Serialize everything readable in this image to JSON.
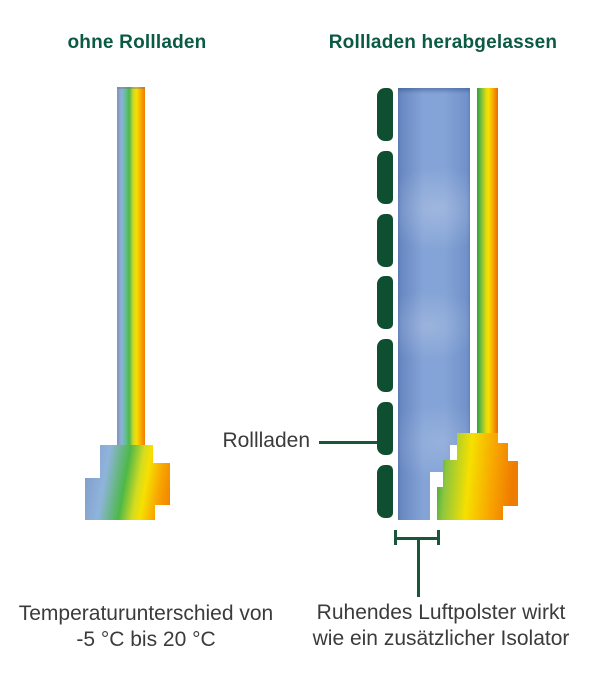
{
  "left_figure": {
    "title": "ohne Rollladen",
    "caption": {
      "line1": "Temperaturunterschied von",
      "line2": "-5 °C bis 20 °C"
    }
  },
  "right_figure": {
    "title": "Rollladen herabgelassen",
    "shutter_label": "Rollladen",
    "slat_count": 7,
    "caption": {
      "line1": "Ruhendes Luftpolster wirkt",
      "line2": "wie ein zusätzlicher Isolator"
    }
  },
  "colors": {
    "heading_green": "#0b5a43",
    "shutter_green": "#0e4f31",
    "annotation_green": "#19563c",
    "text_dark": "#3b3b3b",
    "thermal_cold_blue": "#8094bd",
    "thermal_light_blue": "#8db0da",
    "thermal_green": "#4db848",
    "thermal_yellow": "#f6e000",
    "thermal_orange": "#f8a300",
    "thermal_deep_orange": "#ee7c00",
    "air_cushion_blue": "#84a3d6"
  }
}
